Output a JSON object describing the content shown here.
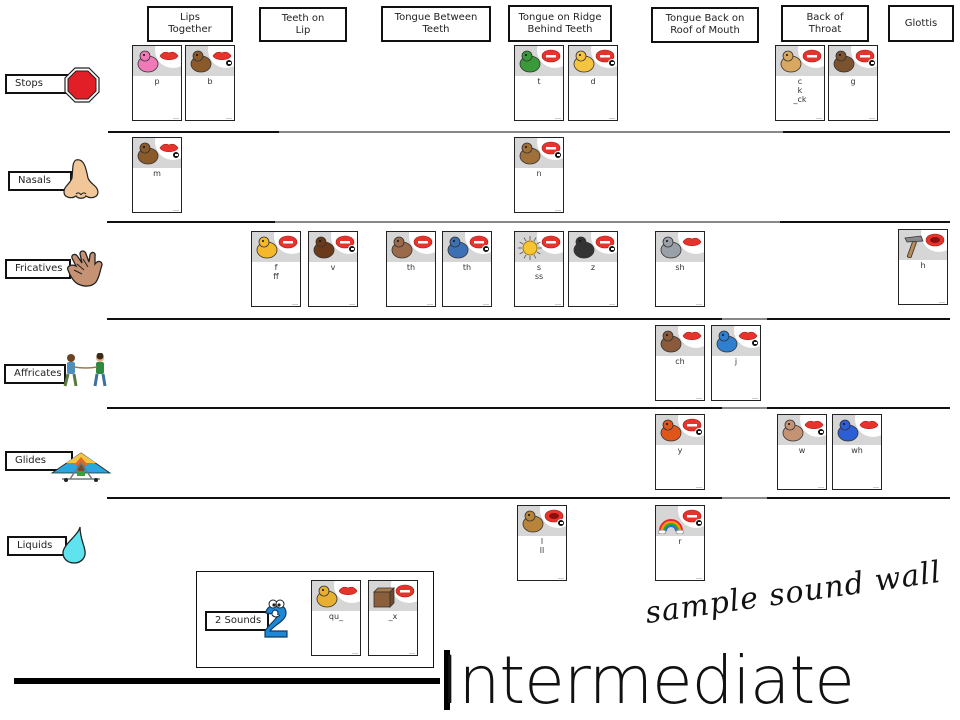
{
  "columns": [
    {
      "id": "lips-together",
      "label": "Lips\nTogether"
    },
    {
      "id": "teeth-on-lip",
      "label": "Teeth on\nLip"
    },
    {
      "id": "tongue-between-teeth",
      "label": "Tongue Between\nTeeth"
    },
    {
      "id": "tongue-on-ridge",
      "label": "Tongue on Ridge\nBehind Teeth"
    },
    {
      "id": "tongue-back-roof",
      "label": "Tongue Back on\nRoof of Mouth"
    },
    {
      "id": "back-of-throat",
      "label": "Back of\nThroat"
    },
    {
      "id": "glottis",
      "label": "Glottis"
    }
  ],
  "rows": [
    {
      "id": "stops",
      "label": "Stops",
      "icon": "stop-sign-icon"
    },
    {
      "id": "nasals",
      "label": "Nasals",
      "icon": "nose-icon"
    },
    {
      "id": "fricatives",
      "label": "Fricatives",
      "icon": "hand-icon"
    },
    {
      "id": "affricates",
      "label": "Affricates",
      "icon": "tug-of-war-icon"
    },
    {
      "id": "glides",
      "label": "Glides",
      "icon": "hang-glider-icon"
    },
    {
      "id": "liquids",
      "label": "Liquids",
      "icon": "water-drop-icon"
    }
  ],
  "cards": [
    {
      "row": "stops",
      "column": "lips-together",
      "grapheme": "p",
      "picture": "pig-icon",
      "mouth": "closed-lips-icon",
      "voiced": false
    },
    {
      "row": "stops",
      "column": "lips-together",
      "grapheme": "b",
      "picture": "bear-icon",
      "mouth": "closed-lips-icon",
      "voiced": true
    },
    {
      "row": "stops",
      "column": "tongue-on-ridge",
      "grapheme": "t",
      "picture": "turtle-icon",
      "mouth": "open-teeth-mouth-icon",
      "voiced": false
    },
    {
      "row": "stops",
      "column": "tongue-on-ridge",
      "grapheme": "d",
      "picture": "duck-icon",
      "mouth": "open-teeth-mouth-icon",
      "voiced": true
    },
    {
      "row": "stops",
      "column": "back-of-throat",
      "grapheme": "c\nk\n_ck",
      "picture": "cat-key-icon",
      "mouth": "open-teeth-mouth-icon",
      "voiced": false
    },
    {
      "row": "stops",
      "column": "back-of-throat",
      "grapheme": "g",
      "picture": "goat-icon",
      "mouth": "open-teeth-mouth-icon",
      "voiced": true
    },
    {
      "row": "nasals",
      "column": "lips-together",
      "grapheme": "m",
      "picture": "monkey-icon",
      "mouth": "closed-lips-icon",
      "voiced": true
    },
    {
      "row": "nasals",
      "column": "tongue-on-ridge",
      "grapheme": "n",
      "picture": "nest-icon",
      "mouth": "open-teeth-mouth-icon",
      "voiced": true
    },
    {
      "row": "fricatives",
      "column": "teeth-on-lip",
      "grapheme": "f\nff",
      "picture": "fish-icon",
      "mouth": "teeth-on-lip-mouth-icon",
      "voiced": false
    },
    {
      "row": "fricatives",
      "column": "teeth-on-lip",
      "grapheme": "v",
      "picture": "violin-icon",
      "mouth": "teeth-on-lip-mouth-icon",
      "voiced": true
    },
    {
      "row": "fricatives",
      "column": "tongue-between-teeth",
      "grapheme": "th",
      "picture": "thumb-icon",
      "mouth": "tongue-out-mouth-icon",
      "voiced": false
    },
    {
      "row": "fricatives",
      "column": "tongue-between-teeth",
      "grapheme": "th",
      "picture": "wheelchair-friends-icon",
      "mouth": "tongue-out-mouth-icon",
      "voiced": true
    },
    {
      "row": "fricatives",
      "column": "tongue-on-ridge",
      "grapheme": "s\nss",
      "picture": "sun-icon",
      "mouth": "open-teeth-mouth-icon",
      "voiced": false
    },
    {
      "row": "fricatives",
      "column": "tongue-on-ridge",
      "grapheme": "z",
      "picture": "zebra-icon",
      "mouth": "open-teeth-mouth-icon",
      "voiced": true
    },
    {
      "row": "fricatives",
      "column": "tongue-back-roof",
      "grapheme": "sh",
      "picture": "shark-icon",
      "mouth": "rounded-mouth-icon",
      "voiced": false
    },
    {
      "row": "fricatives",
      "column": "glottis",
      "grapheme": "h",
      "picture": "hammer-icon",
      "mouth": "open-mouth-icon",
      "voiced": false
    },
    {
      "row": "affricates",
      "column": "tongue-back-roof",
      "grapheme": "ch",
      "picture": "chicken-icon",
      "mouth": "rounded-mouth-icon",
      "voiced": false
    },
    {
      "row": "affricates",
      "column": "tongue-back-roof",
      "grapheme": "j",
      "picture": "juggler-icon",
      "mouth": "rounded-mouth-icon",
      "voiced": true
    },
    {
      "row": "glides",
      "column": "tongue-back-roof",
      "grapheme": "y",
      "picture": "yarn-icon",
      "mouth": "open-teeth-mouth-icon",
      "voiced": true
    },
    {
      "row": "glides",
      "column": "back-of-throat",
      "grapheme": "w",
      "picture": "waving-hand-icon",
      "mouth": "puckered-lips-icon",
      "voiced": true
    },
    {
      "row": "glides",
      "column": "back-of-throat",
      "grapheme": "wh",
      "picture": "whale-icon",
      "mouth": "puckered-lips-icon",
      "voiced": false
    },
    {
      "row": "liquids",
      "column": "tongue-on-ridge",
      "grapheme": "l\nll",
      "picture": "lion-icon",
      "mouth": "tongue-up-mouth-icon",
      "voiced": true
    },
    {
      "row": "liquids",
      "column": "tongue-back-roof",
      "grapheme": "r",
      "picture": "rainbow-icon",
      "mouth": "open-lips-mouth-icon",
      "voiced": true
    }
  ],
  "two_sounds": {
    "label": "2 Sounds",
    "icon": "number-two-character-icon",
    "cards": [
      {
        "grapheme": "qu_",
        "picture": "queen-icon",
        "mouth": "puckered-lips-icon",
        "voiced": false
      },
      {
        "grapheme": "_x",
        "picture": "box-icon",
        "mouth": "open-teeth-mouth-icon",
        "voiced": false
      }
    ]
  },
  "title": {
    "script": "sample sound wall",
    "main": "Intermediate"
  },
  "colors": {
    "line": "#111111",
    "card_picture_bg": "#d6d6d6",
    "lips": "#e8332c",
    "stop_sign": "#e21f26",
    "nose": "#f1c79a",
    "drop": "#5ee3ef"
  }
}
